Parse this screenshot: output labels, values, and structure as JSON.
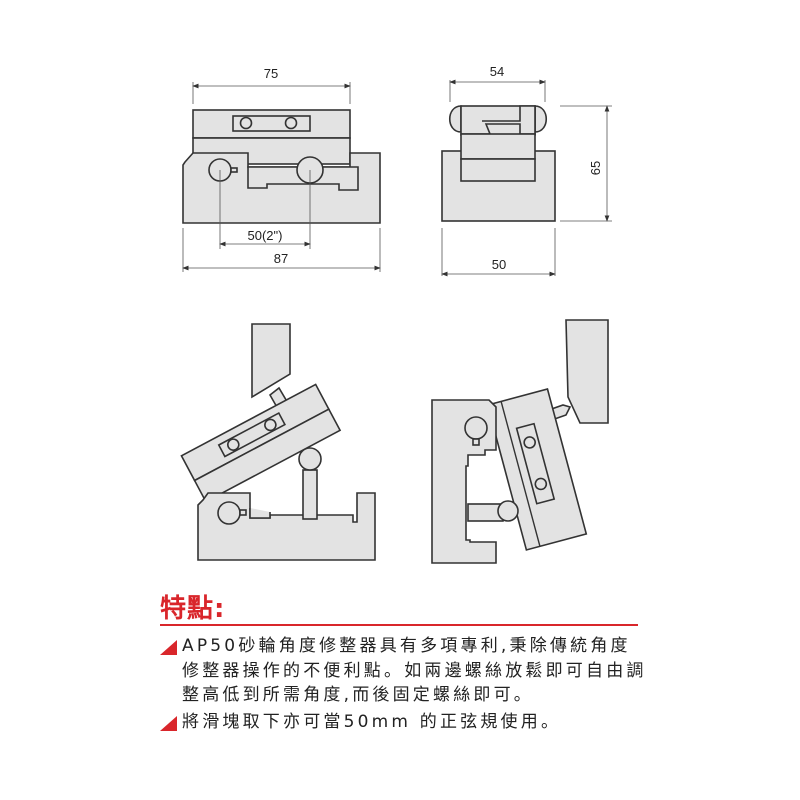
{
  "drawings": {
    "front_view": {
      "dim_top": "75",
      "dim_pin_spacing": "50(2\")",
      "dim_bottom": "87"
    },
    "side_view": {
      "dim_top": "54",
      "dim_height": "65",
      "dim_bottom": "50"
    },
    "usage_views": [
      "tilted-horizontal-dressing",
      "tilted-vertical-dressing"
    ]
  },
  "section": {
    "heading": "特點:",
    "accent_color": "#d9262b",
    "features": [
      {
        "bullet": "red-triangle-icon",
        "text": "AP50砂輪角度修整器具有多項專利,秉除傳統角度修整器操作的不便利點。如兩邊螺絲放鬆即可自由調整高低到所需角度,而後固定螺絲即可。"
      },
      {
        "bullet": "red-triangle-icon",
        "text": "將滑塊取下亦可當50mm 的正弦規使用。"
      }
    ]
  }
}
